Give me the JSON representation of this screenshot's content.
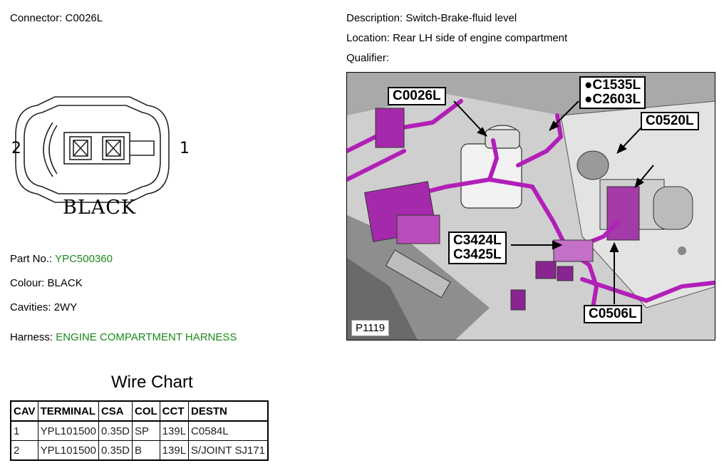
{
  "header": {
    "connector_label": "Connector:",
    "connector_value": "C0026L",
    "description_label": "Description:",
    "description_value": "Switch-Brake-fluid level",
    "location_label": "Location:",
    "location_value": "Rear LH side of engine compartment",
    "qualifier_label": "Qualifier:"
  },
  "connector_drawing": {
    "pin_left": "2",
    "pin_right": "1",
    "color_label": "BLACK"
  },
  "details": {
    "part_no_label": "Part No.:",
    "part_no_value": "YPC500360",
    "colour_label": "Colour:",
    "colour_value": "BLACK",
    "cavities_label": "Cavities:",
    "cavities_value": "2WY",
    "harness_label": "Harness:",
    "harness_value": "ENGINE COMPARTMENT HARNESS"
  },
  "photo": {
    "callouts": {
      "c0026l": "C0026L",
      "c1535l": "●C1535L",
      "c2603l": "●C2603L",
      "c0520l": "C0520L",
      "c3424l": "C3424L",
      "c3425l": "C3425L",
      "c0506l": "C0506L"
    },
    "figure_code": "P1119"
  },
  "wire_chart": {
    "title": "Wire Chart",
    "columns": [
      "CAV",
      "TERMINAL",
      "CSA",
      "COL",
      "CCT",
      "DESTN"
    ],
    "rows": [
      [
        "1",
        "YPL101500",
        "0.35D",
        "SP",
        "139L",
        "C0584L"
      ],
      [
        "2",
        "YPL101500",
        "0.35D",
        "B",
        "139L",
        "S/JOINT SJ171"
      ]
    ]
  },
  "colors": {
    "accent_green": "#1a8a1a",
    "harness_magenta": "#b21fb8"
  }
}
